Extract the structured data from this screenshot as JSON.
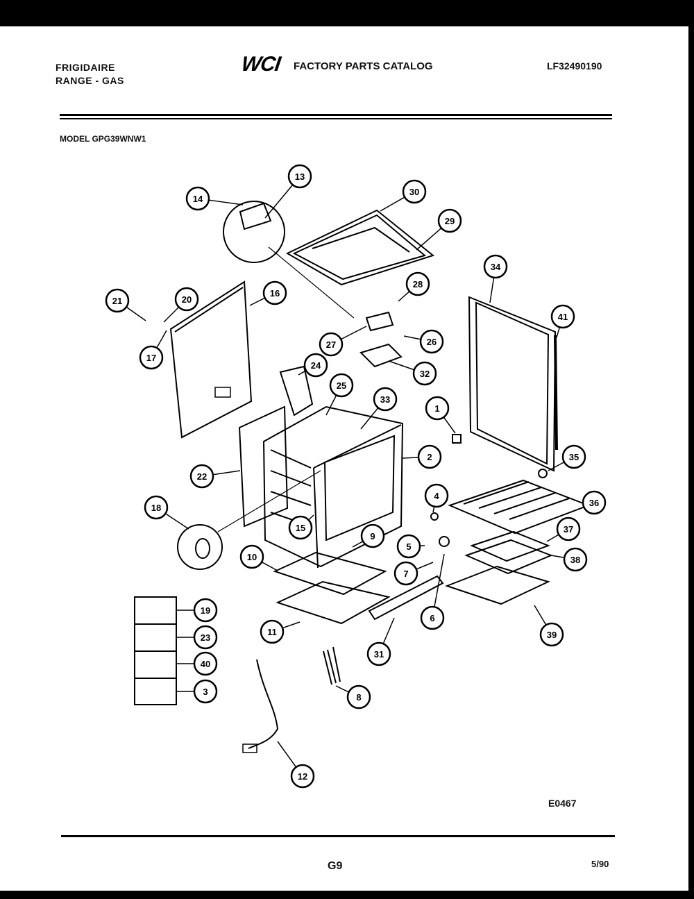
{
  "header": {
    "brand_line1": "FRIGIDAIRE",
    "brand_line2": "RANGE - GAS",
    "logo": "WCI",
    "catalog_title": "FACTORY PARTS CATALOG",
    "part_number": "LF32490190",
    "model": "MODEL GPG39WNW1"
  },
  "diagram": {
    "callouts": [
      "1",
      "2",
      "3",
      "4",
      "5",
      "6",
      "7",
      "8",
      "9",
      "10",
      "11",
      "12",
      "13",
      "14",
      "15",
      "16",
      "17",
      "18",
      "19",
      "20",
      "21",
      "22",
      "23",
      "24",
      "25",
      "26",
      "27",
      "28",
      "29",
      "30",
      "31",
      "32",
      "33",
      "34",
      "35",
      "36",
      "37",
      "38",
      "39",
      "40",
      "41"
    ],
    "legend_items": [
      "19",
      "23",
      "40",
      "3"
    ]
  },
  "footer": {
    "diagram_code": "E0467",
    "page": "G9",
    "date": "5/90"
  }
}
